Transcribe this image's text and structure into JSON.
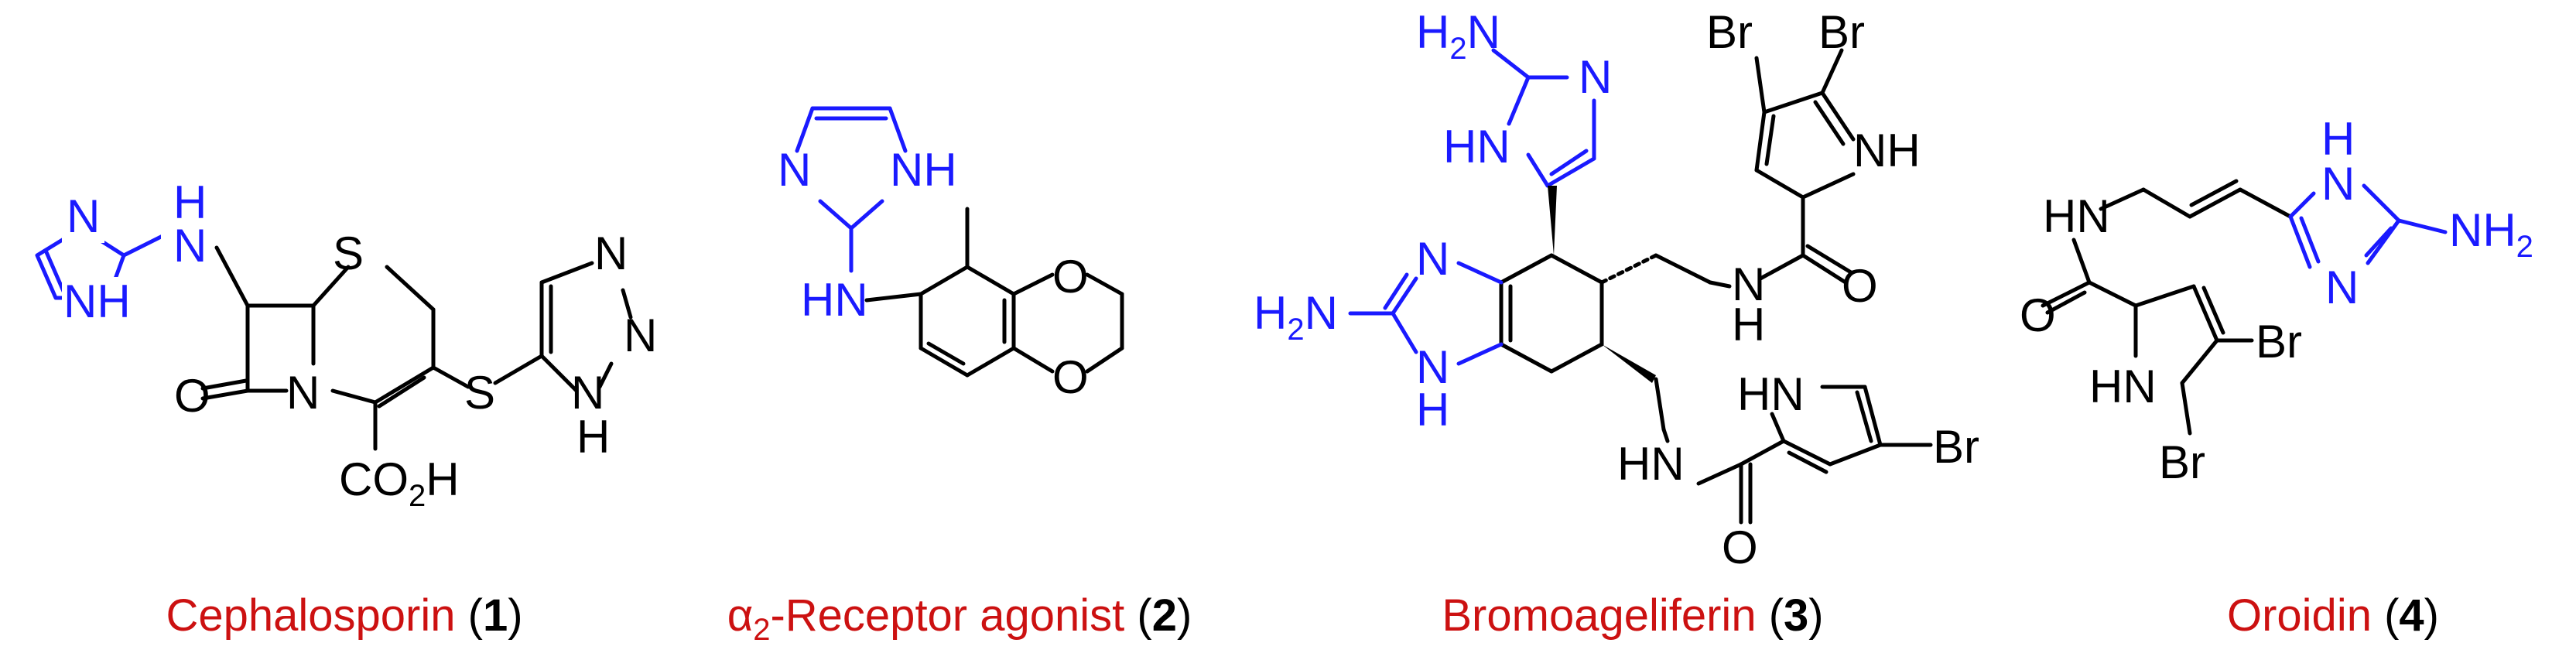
{
  "colors": {
    "caption": "#cc1111",
    "highlight": "#1a1aff",
    "bond": "#000000"
  },
  "compounds": [
    {
      "name": "Cephalosporin",
      "number": "1",
      "atoms": {
        "imid_N_top": "N",
        "imid_NH": "NH",
        "link_H": "H",
        "link_N": "N",
        "S_ring": "S",
        "N_ring": "N",
        "O_lactam": "O",
        "acid": "CO",
        "acid_sub": "2",
        "acid_H": "H",
        "S_link": "S",
        "tri_N1": "N",
        "tri_N2": "N",
        "tri_N3": "N",
        "tri_H": "H"
      }
    },
    {
      "name": "-Receptor agonist",
      "alpha": "α",
      "alpha_sub": "2",
      "number": "2",
      "atoms": {
        "imid_N": "N",
        "imid_NH": "NH",
        "HN": "HN",
        "O1": "O",
        "O2": "O"
      }
    },
    {
      "name": "Bromoageliferin",
      "number": "3",
      "atoms": {
        "H2N_top": "H",
        "H2N_top_sub": "2",
        "H2N_top_N": "N",
        "imidA_N": "N",
        "imidA_HN": "HN",
        "Br1": "Br",
        "Br2": "Br",
        "pyrA_NH": "NH",
        "imidB_N": "N",
        "H2N_left": "H",
        "H2N_left_sub": "2",
        "H2N_left_N": "N",
        "imidB_N_low": "N",
        "imidB_H": "H",
        "amideA_NH": "N",
        "amideA_H": "H",
        "amideA_O": "O",
        "pyrB_HN": "HN",
        "Br3": "Br",
        "amideB_HN": "HN",
        "amideB_O": "O"
      }
    },
    {
      "name": "Oroidin",
      "number": "4",
      "atoms": {
        "HN": "HN",
        "imid_H": "H",
        "imid_N_top": "N",
        "imid_N": "N",
        "NH2": "NH",
        "NH2_sub": "2",
        "O": "O",
        "pyr_HN": "HN",
        "Br1": "Br",
        "Br2": "Br"
      }
    }
  ]
}
